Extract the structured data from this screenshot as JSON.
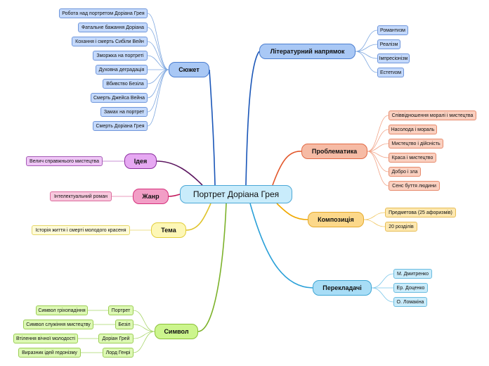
{
  "center": "Портрет Доріана Грея",
  "branches": {
    "syuzhet": {
      "label": "Сюжет",
      "items": [
        "Робота над портретом Доріана Грея",
        "Фатальне бажання Доріана",
        "Кохання і смерть Сибіли Вейн",
        "Зморжка на портреті",
        "Духовна деградація",
        "Вбивство Безіла",
        "Смерть Джейса Вейна",
        "Замах на портрет",
        "Смерть Доріана Грея"
      ]
    },
    "lit": {
      "label": "Літературний напрямок",
      "items": [
        "Романтизм",
        "Реалізм",
        "Імпресіонізм",
        "Естетизм"
      ]
    },
    "problem": {
      "label": "Проблематика",
      "items": [
        "Співвідношення моралі і мистецтва",
        "Насолода і мораль",
        "Мистецтво і дійсність",
        "Краса і мистецтво",
        "Добро і зла",
        "Сенс буття людини"
      ]
    },
    "compos": {
      "label": "Композиція",
      "items": [
        "Предметова (25 афоризмів)",
        "20 розділів"
      ]
    },
    "transl": {
      "label": "Перекладачі",
      "items": [
        "М. Дмитренко",
        "Ер. Доценко",
        "О. Ломакіна"
      ]
    },
    "symbol": {
      "label": "Символ",
      "pairs": [
        {
          "key": "Портрет",
          "meaning": "Символ гріхопадіння"
        },
        {
          "key": "Безіл",
          "meaning": "Символ служіння мистецтву"
        },
        {
          "key": "Доріан Грей",
          "meaning": "Втілення вічної молодості"
        },
        {
          "key": "Лорд Генрі",
          "meaning": "Виразник ідей гедонізму"
        }
      ]
    },
    "ideya": {
      "label": "Ідея",
      "items": [
        "Велич справжнього мистецтва"
      ]
    },
    "zhanr": {
      "label": "Жанр",
      "items": [
        "Інтелектуальний роман"
      ]
    },
    "tema": {
      "label": "Тема",
      "items": [
        "Історія життя і смерті молодого красеня"
      ]
    }
  },
  "colors": {
    "syuzhet": "#1a56b8",
    "lit": "#1a56b8",
    "problem": "#e2572b",
    "compos": "#f0a800",
    "transl": "#2aa0d8",
    "symbol": "#7cb22a",
    "ideya": "#5c1660",
    "zhanr": "#c2185b",
    "tema": "#e0c42c",
    "leaf_link": "#7fa8e0"
  }
}
